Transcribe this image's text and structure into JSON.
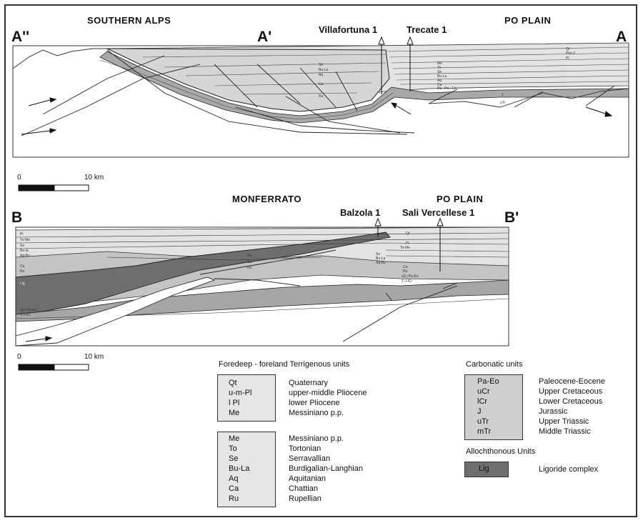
{
  "section_top": {
    "left_end": "A''",
    "mid_mark": "A'",
    "right_end": "A",
    "region_left": "SOUTHERN ALPS",
    "region_right": "PO PLAIN",
    "well_1": "Villafortuna 1",
    "well_2": "Trecate 1",
    "unit_labels": [
      "Qt",
      "Plm-3",
      "Pl",
      "Me",
      "To",
      "Se",
      "Bu-La",
      "Aq",
      "Ca",
      "Ru",
      "Pa - Eo",
      "J",
      "uTr",
      "Se",
      "Bu-La",
      "Aq",
      "Ca",
      "Ru"
    ]
  },
  "scale_top": {
    "zero": "0",
    "ten": "10 km"
  },
  "section_bottom": {
    "left_end": "B",
    "right_end": "B'",
    "region_left": "MONFERRATO",
    "region_right": "PO PLAIN",
    "well_1": "Balzola 1",
    "well_2": "Sali Vercellese 1",
    "unit_labels_left": [
      "Pl",
      "To-Me",
      "Se",
      "Bu-la",
      "Aq-Bu",
      "Ca",
      "Ru",
      "Lig",
      "uCr-Pa-Eo",
      "T-J-lCr"
    ],
    "unit_labels_mid": [
      "Qt",
      "Pl",
      "To-Me",
      "Se",
      "Bu-La",
      "Aq-Bu",
      "Ca",
      "Ru",
      "uCr-Pa-Eo",
      "T-J-lCr",
      "Ru",
      "Ca",
      "Ru"
    ]
  },
  "scale_bottom": {
    "zero": "0",
    "ten": "10 km"
  },
  "legend": {
    "foredeep_title": "Foredeep - foreland Terrigenous units",
    "foredeep_group1": [
      {
        "code": "Qt",
        "name": "Quaternary"
      },
      {
        "code": "u-m-Pl",
        "name": "upper-middle Pliocene"
      },
      {
        "code": "l Pl",
        "name": "lower Pliocene"
      },
      {
        "code": "Me",
        "name": "Messiniano p.p."
      }
    ],
    "foredeep_group2": [
      {
        "code": "Me",
        "name": "Messiniano p.p."
      },
      {
        "code": "To",
        "name": "Tortonian"
      },
      {
        "code": "Se",
        "name": "Serravallian"
      },
      {
        "code": "Bu-La",
        "name": "Burdigalian-Langhian"
      },
      {
        "code": "Aq",
        "name": "Aquitanian"
      },
      {
        "code": "Ca",
        "name": "Chattian"
      },
      {
        "code": "Ru",
        "name": "Rupellian"
      }
    ],
    "carbonatic_title": "Carbonatic units",
    "carbonatic": [
      {
        "code": "Pa-Eo",
        "name": "Paleocene-Eocene"
      },
      {
        "code": "uCr",
        "name": "Upper Cretaceous"
      },
      {
        "code": "lCr",
        "name": "Lower Cretaceous"
      },
      {
        "code": "J",
        "name": "Jurassic"
      },
      {
        "code": "uTr",
        "name": "Upper Triassic"
      },
      {
        "code": "mTr",
        "name": "Middle Triassic"
      }
    ],
    "allochthonous_title": "Allochthonous Units",
    "allochthonous": [
      {
        "code": "Lig",
        "name": "Ligoride complex"
      }
    ]
  },
  "colors": {
    "light_fill": "#e6e6e6",
    "mid_fill": "#bdbdbd",
    "dark_fill": "#6e6e6e",
    "line": "#222222"
  }
}
